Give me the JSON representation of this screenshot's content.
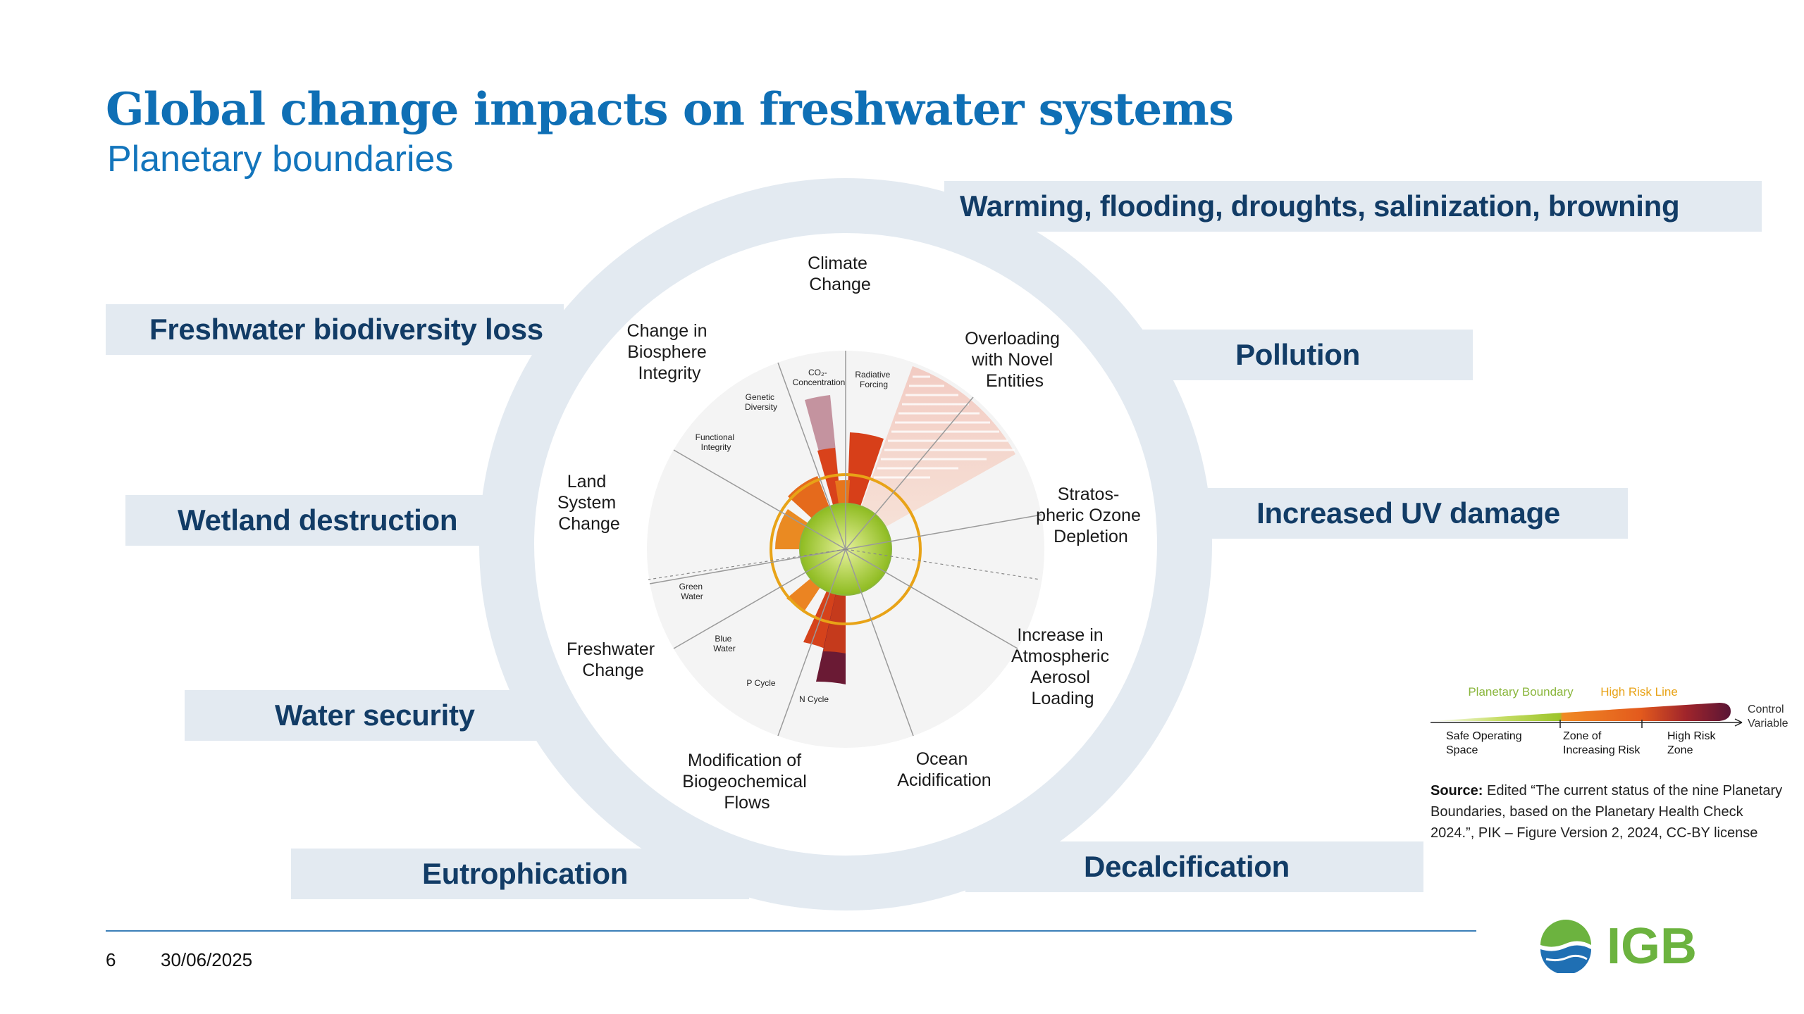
{
  "slide": {
    "title": "Global change impacts on freshwater systems",
    "subtitle": "Planetary boundaries",
    "page_number": "6",
    "date": "30/06/2025"
  },
  "impacts": {
    "top_right": "Warming, flooding, droughts, salinization, browning",
    "pollution": "Pollution",
    "uv": "Increased UV damage",
    "decalcification": "Decalcification",
    "biodiversity": "Freshwater biodiversity loss",
    "wetland": "Wetland destruction",
    "water_security": "Water security",
    "eutrophication": "Eutrophication"
  },
  "boundaries": {
    "climate": [
      "Climate",
      "Change"
    ],
    "novel": [
      "Overloading",
      "with Novel",
      "Entities"
    ],
    "ozone": [
      "Stratos-",
      "pheric Ozone",
      "Depletion"
    ],
    "aerosol": [
      "Increase in",
      "Atmospheric",
      "Aerosol",
      "Loading"
    ],
    "ocean": [
      "Ocean",
      "Acidification"
    ],
    "biogeo": [
      "Modification of",
      "Biogeochemical",
      "Flows"
    ],
    "freshwater": [
      "Freshwater",
      "Change"
    ],
    "land": [
      "Land",
      "System",
      "Change"
    ],
    "biosphere": [
      "Change in",
      "Biosphere",
      "Integrity"
    ]
  },
  "sub_variables": {
    "co2": [
      "CO₂-",
      "Concentration"
    ],
    "radiative": [
      "Radiative",
      "Forcing"
    ],
    "genetic": [
      "Genetic",
      "Diversity"
    ],
    "functional": [
      "Functional",
      "Integrity"
    ],
    "green_water": [
      "Green",
      "Water"
    ],
    "blue_water": [
      "Blue",
      "Water"
    ],
    "p_cycle": "P Cycle",
    "n_cycle": "N Cycle"
  },
  "legend": {
    "planetary_boundary": "Planetary Boundary",
    "high_risk_line": "High Risk Line",
    "control_variable": [
      "Control",
      "Variable"
    ],
    "safe": [
      "Safe Operating",
      "Space"
    ],
    "increasing": [
      "Zone of",
      "Increasing Risk"
    ],
    "high_risk": [
      "High Risk",
      "Zone"
    ],
    "colors": {
      "safe": "#9cc42a",
      "boundary_line": "#8ab63c",
      "risk": "#e8711c",
      "high_risk": "#5a1535",
      "high_risk_line": "#e8a317"
    }
  },
  "source": {
    "label": "Source:",
    "text": "Edited “The current status of the nine Planetary Boundaries, based on the Planetary Health Check 2024.”, PIK – Figure Version 2, 2024, CC-BY license"
  },
  "logo": {
    "text": "IGB",
    "icon": "igb-logo-icon"
  }
}
